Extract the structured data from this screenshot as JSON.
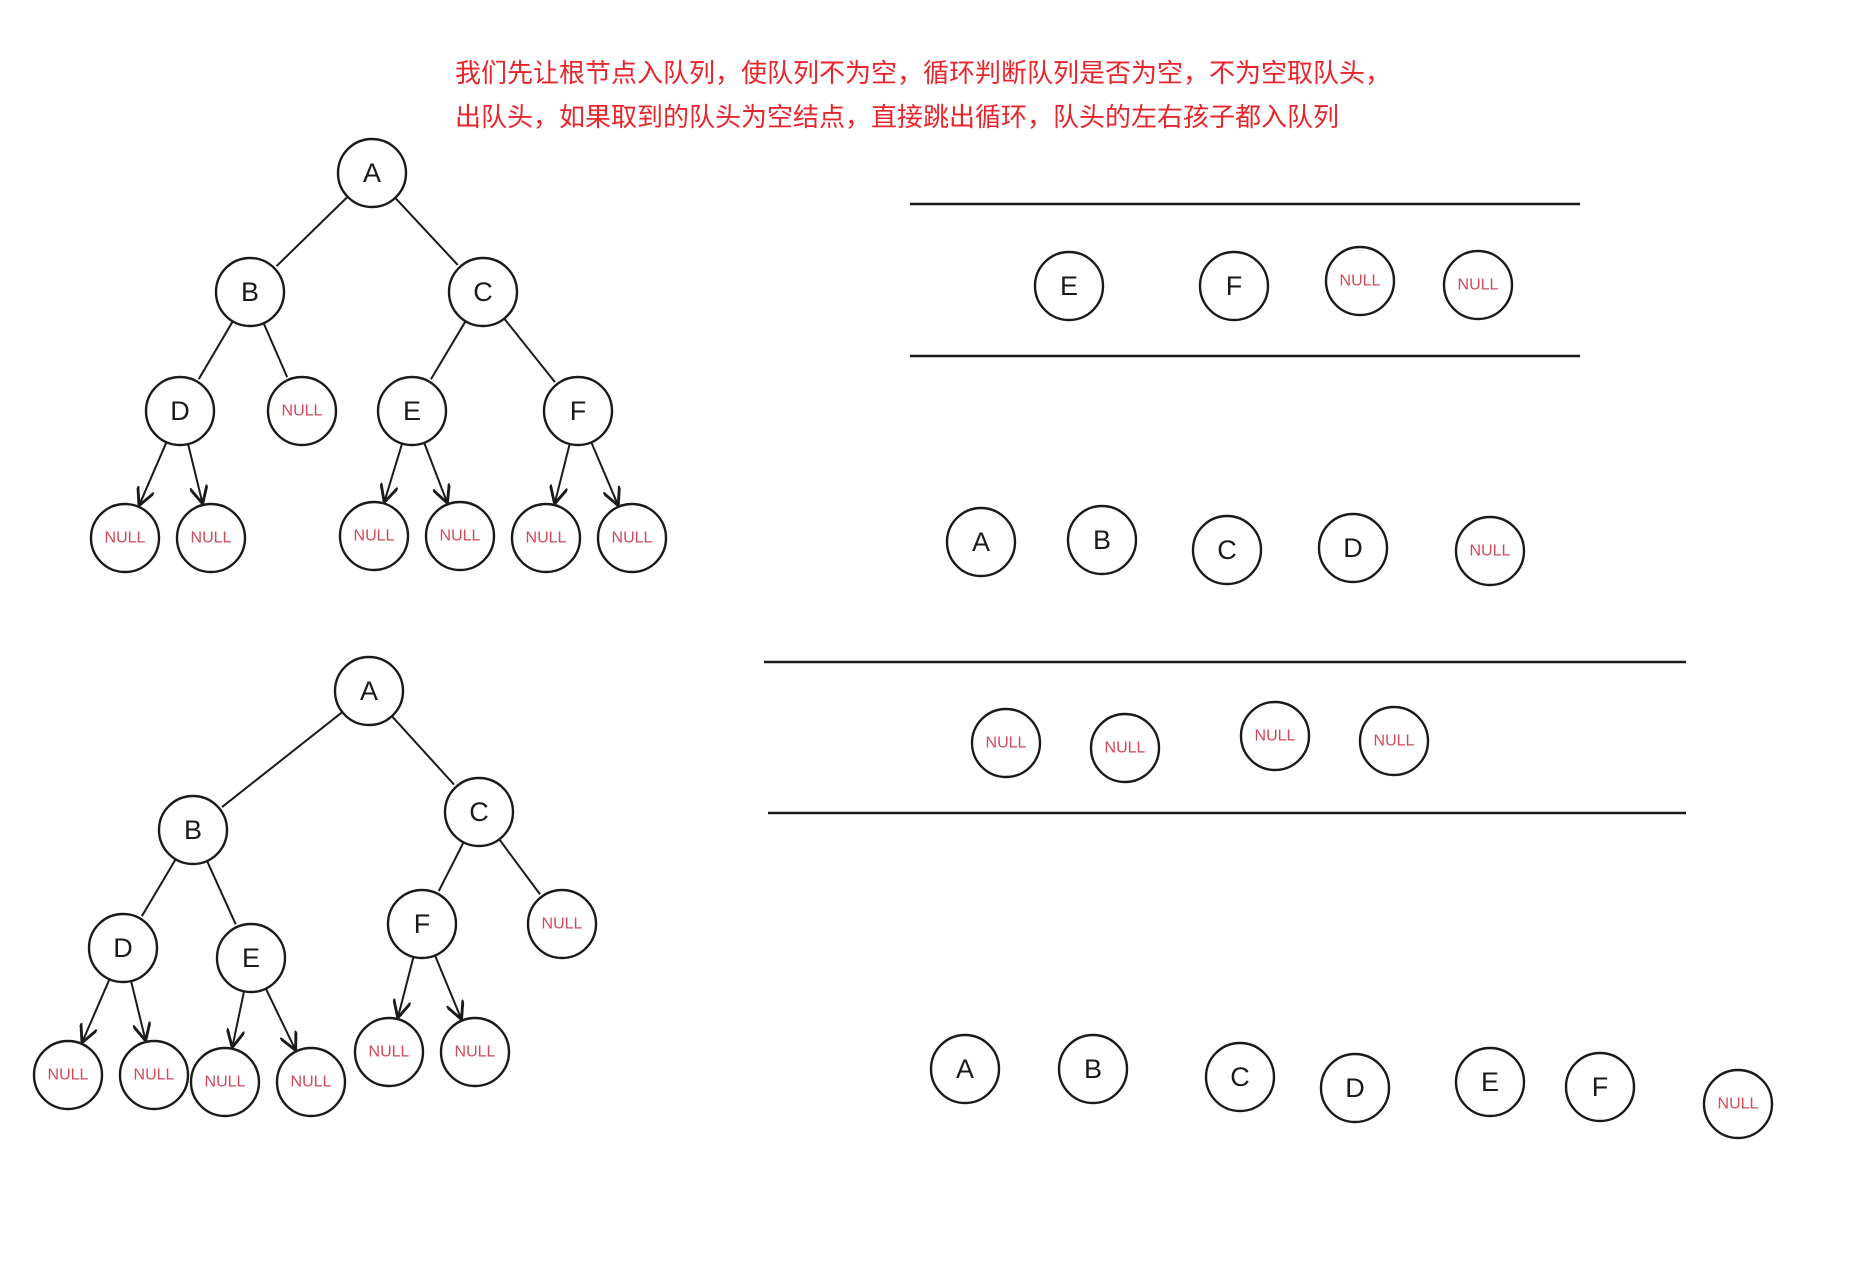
{
  "note": {
    "line1": "我们先让根节点入队列，使队列不为空，循环判断队列是否为空，不为空取队头，",
    "line2": "出队头，如果取到的队头为空结点，直接跳出循环，队头的左右孩子都入队列"
  },
  "colors": {
    "node_text": "#1a1a1a",
    "null_text": "#d14a5a",
    "note": "#e8252b"
  },
  "tree1": {
    "nodes": [
      {
        "id": "A",
        "label": "A"
      },
      {
        "id": "B",
        "label": "B"
      },
      {
        "id": "C",
        "label": "C"
      },
      {
        "id": "D",
        "label": "D"
      },
      {
        "id": "BR",
        "label": "NULL"
      },
      {
        "id": "E",
        "label": "E"
      },
      {
        "id": "F",
        "label": "F"
      },
      {
        "id": "DL",
        "label": "NULL"
      },
      {
        "id": "DR",
        "label": "NULL"
      },
      {
        "id": "EL",
        "label": "NULL"
      },
      {
        "id": "ER",
        "label": "NULL"
      },
      {
        "id": "FL",
        "label": "NULL"
      },
      {
        "id": "FR",
        "label": "NULL"
      }
    ]
  },
  "tree2": {
    "nodes": [
      {
        "id": "A",
        "label": "A"
      },
      {
        "id": "B",
        "label": "B"
      },
      {
        "id": "C",
        "label": "C"
      },
      {
        "id": "D",
        "label": "D"
      },
      {
        "id": "E",
        "label": "E"
      },
      {
        "id": "F",
        "label": "F"
      },
      {
        "id": "CR",
        "label": "NULL"
      },
      {
        "id": "DL",
        "label": "NULL"
      },
      {
        "id": "DR",
        "label": "NULL"
      },
      {
        "id": "EL",
        "label": "NULL"
      },
      {
        "id": "ER",
        "label": "NULL"
      },
      {
        "id": "FL",
        "label": "NULL"
      },
      {
        "id": "FR",
        "label": "NULL"
      }
    ]
  },
  "queue1": [
    "E",
    "F",
    "NULL",
    "NULL"
  ],
  "dequeued1": [
    "A",
    "B",
    "C",
    "D",
    "NULL"
  ],
  "queue2": [
    "NULL",
    "NULL",
    "NULL",
    "NULL"
  ],
  "dequeued2": [
    "A",
    "B",
    "C",
    "D",
    "E",
    "F",
    "NULL"
  ]
}
